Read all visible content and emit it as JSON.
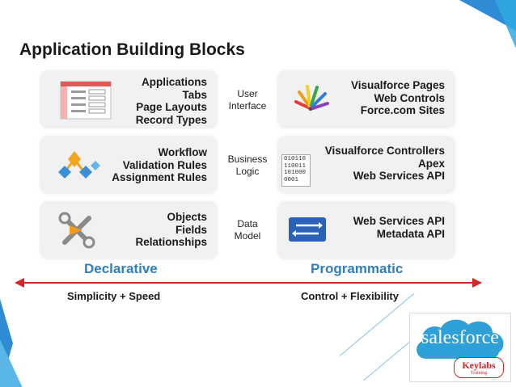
{
  "title": "Application Building Blocks",
  "rows": [
    {
      "left_items": [
        "Applications",
        "Tabs",
        "Page Layouts",
        "Record Types"
      ],
      "middle_lines": [
        "User",
        "Interface"
      ],
      "right_items": [
        "Visualforce Pages",
        "Web Controls",
        "Force.com Sites"
      ],
      "left_icon": "page-layout-icon",
      "right_icon": "color-splash-icon"
    },
    {
      "left_items": [
        "Workflow",
        "Validation Rules",
        "Assignment Rules"
      ],
      "middle_lines": [
        "Business",
        "Logic"
      ],
      "right_items": [
        "Visualforce Controllers",
        "Apex",
        "Web Services API"
      ],
      "left_icon": "workflow-diamonds-icon",
      "right_icon": "binary-code-icon",
      "binary_lines": [
        "010110",
        "110011",
        "101000",
        "0001"
      ]
    },
    {
      "left_items": [
        "Objects",
        "Fields",
        "Relationships"
      ],
      "middle_lines": [
        "Data",
        "Model"
      ],
      "right_items": [
        "Web Services API",
        "Metadata API"
      ],
      "left_icon": "tools-wrench-icon",
      "right_icon": "exchange-arrows-icon"
    }
  ],
  "columns": {
    "left": "Declarative",
    "right": "Programmatic"
  },
  "scale": {
    "left": "Simplicity + Speed",
    "right": "Control + Flexibility"
  },
  "logo": {
    "brand": "salesforce",
    "badge": "Keylabs",
    "badge_sub": "Training"
  },
  "colors": {
    "accent_blue": "#2e7fc0",
    "arrow_red": "#d32626",
    "panel_bg": "#f1f1f1",
    "logo_cloud": "#2f9fd8",
    "badge_red": "#c82828"
  }
}
